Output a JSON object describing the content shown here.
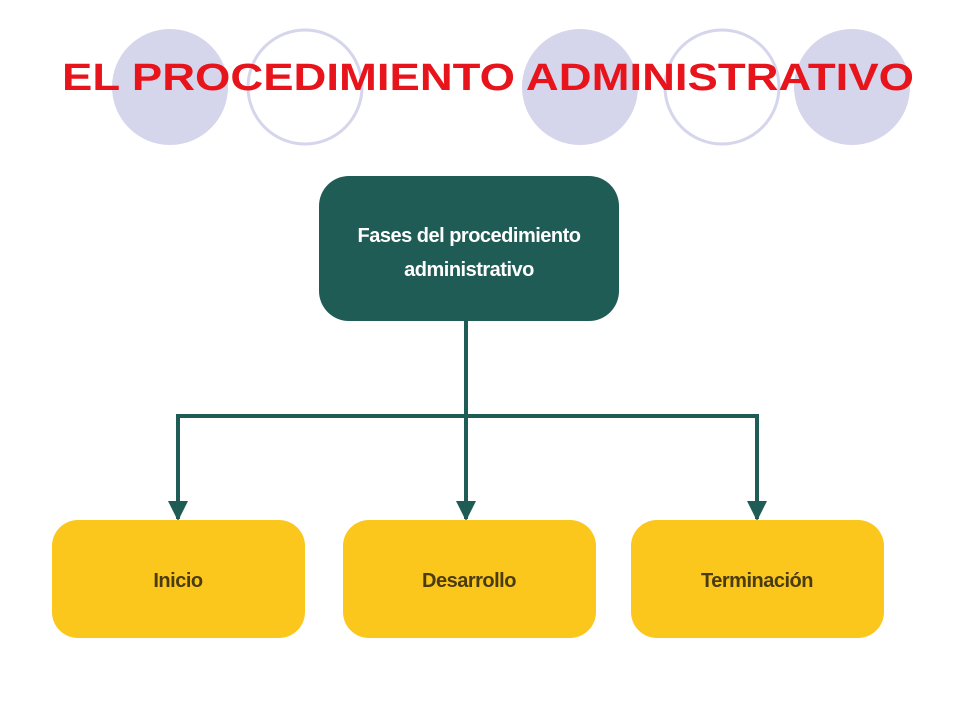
{
  "slide": {
    "title": "EL PROCEDIMIENTO ADMINISTRATIVO"
  },
  "diagram": {
    "root": {
      "line1": "Fases del procedimiento",
      "line2": "administrativo"
    },
    "phases": [
      {
        "label": "Inicio"
      },
      {
        "label": "Desarrollo"
      },
      {
        "label": "Terminación"
      }
    ]
  },
  "colors": {
    "title": "#e8141b",
    "root_fill": "#1f5c56",
    "root_text": "#ffffff",
    "phase_fill": "#fbc71c",
    "phase_text": "#4a3b10",
    "connector": "#1f5c56",
    "circle_filled": "#d5d5ec",
    "circle_outline": "#d5d5ec"
  },
  "decoration": {
    "circles": [
      "filled",
      "outline",
      "filled",
      "outline",
      "filled"
    ]
  }
}
